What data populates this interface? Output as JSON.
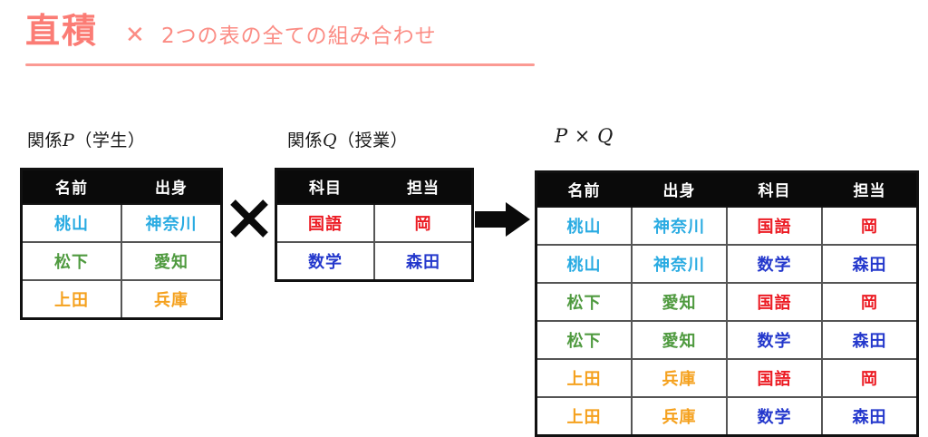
{
  "title": {
    "main": "直積",
    "cross_symbol": "✕",
    "subtitle": "2つの表の全ての組み合わせ",
    "accent_color": "#fb7c75",
    "underline_color": "#fb9a93"
  },
  "operators": {
    "cross": "✕",
    "arrow": "➡"
  },
  "colors": {
    "cyan": "#29abe2",
    "green": "#4f9a3f",
    "orange": "#f5a11e",
    "red": "#ec1c24",
    "blue": "#2438cc",
    "header_bg": "#0a0a0a",
    "header_fg": "#ffffff"
  },
  "table_p": {
    "caption_label": "関係",
    "caption_italic": "P",
    "caption_suffix": "（学生）",
    "headers": [
      "名前",
      "出身"
    ],
    "rows": [
      {
        "cells": [
          "桃山",
          "神奈川"
        ],
        "ink": "cyan"
      },
      {
        "cells": [
          "松下",
          "愛知"
        ],
        "ink": "green"
      },
      {
        "cells": [
          "上田",
          "兵庫"
        ],
        "ink": "orange"
      }
    ]
  },
  "table_q": {
    "caption_label": "関係",
    "caption_italic": "Q",
    "caption_suffix": "（授業）",
    "headers": [
      "科目",
      "担当"
    ],
    "rows": [
      {
        "cells": [
          "国語",
          "岡"
        ],
        "ink": "red"
      },
      {
        "cells": [
          "数学",
          "森田"
        ],
        "ink": "blue"
      }
    ]
  },
  "table_result": {
    "caption": "P × Q",
    "headers": [
      "名前",
      "出身",
      "科目",
      "担当"
    ],
    "rows": [
      {
        "cells": [
          "桃山",
          "神奈川",
          "国語",
          "岡"
        ],
        "ink": [
          "cyan",
          "cyan",
          "red",
          "red"
        ]
      },
      {
        "cells": [
          "桃山",
          "神奈川",
          "数学",
          "森田"
        ],
        "ink": [
          "cyan",
          "cyan",
          "blue",
          "blue"
        ]
      },
      {
        "cells": [
          "松下",
          "愛知",
          "国語",
          "岡"
        ],
        "ink": [
          "green",
          "green",
          "red",
          "red"
        ]
      },
      {
        "cells": [
          "松下",
          "愛知",
          "数学",
          "森田"
        ],
        "ink": [
          "green",
          "green",
          "blue",
          "blue"
        ]
      },
      {
        "cells": [
          "上田",
          "兵庫",
          "国語",
          "岡"
        ],
        "ink": [
          "orange",
          "orange",
          "red",
          "red"
        ]
      },
      {
        "cells": [
          "上田",
          "兵庫",
          "数学",
          "森田"
        ],
        "ink": [
          "orange",
          "orange",
          "blue",
          "blue"
        ]
      }
    ]
  }
}
